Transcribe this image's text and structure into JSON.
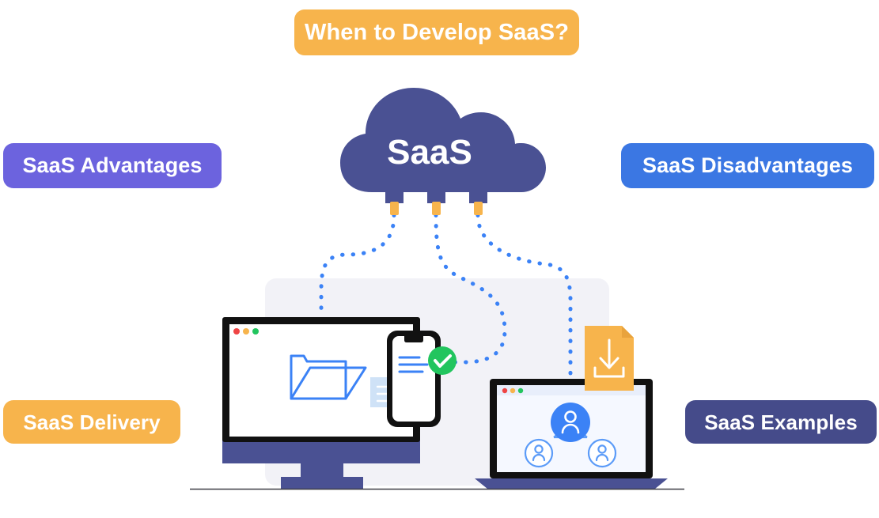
{
  "page": {
    "background_color": "#ffffff",
    "title": "SaaS infographic"
  },
  "labels": [
    {
      "id": "when-to-develop-saas",
      "text": "When to Develop SaaS?",
      "color": "#f7b44c",
      "text_color": "#ffffff",
      "position": "top-center"
    },
    {
      "id": "saas-advantages",
      "text": "SaaS Advantages",
      "color": "#6c63de",
      "text_color": "#ffffff",
      "position": "left-upper"
    },
    {
      "id": "saas-disadvantages",
      "text": "SaaS Disadvantages",
      "color": "#3b77e3",
      "text_color": "#ffffff",
      "position": "right-upper"
    },
    {
      "id": "saas-delivery",
      "text": "SaaS Delivery",
      "color": "#f7b44c",
      "text_color": "#ffffff",
      "position": "left-lower"
    },
    {
      "id": "saas-examples",
      "text": "SaaS Examples",
      "color": "#454b8a",
      "text_color": "#ffffff",
      "position": "right-lower"
    }
  ],
  "illustration": {
    "cloud": {
      "label": "SaaS",
      "color": "#4a5193",
      "text_color": "#ffffff"
    },
    "plugs": {
      "count": 3,
      "head_color": "#4a5193",
      "stem_color": "#f7b44c"
    },
    "connectors": {
      "style": "dotted",
      "color": "#3b82f6",
      "count": 3
    },
    "panel": {
      "color": "#f2f2f7"
    },
    "ground_line": {
      "color": "#3f3f46"
    },
    "monitor": {
      "frame_color": "#111111",
      "screen_color": "#ffffff",
      "stand_color": "#4a5193",
      "window_dots": [
        "#ef4444",
        "#f7b44c",
        "#22c55e"
      ],
      "folder_icon_color": "#3b82f6"
    },
    "phone": {
      "frame_color": "#111111",
      "screen_color": "#ffffff",
      "line_color": "#3b82f6",
      "check_badge_color": "#22c55e",
      "check_mark_color": "#ffffff",
      "speech_bubble_color": "#cfe2f7"
    },
    "laptop": {
      "frame_color": "#111111",
      "screen_color": "#f5f8ff",
      "base_color": "#4a5193",
      "window_dots": [
        "#ef4444",
        "#f7b44c",
        "#22c55e"
      ],
      "network_primary_color": "#3b82f6",
      "network_secondary_color": "#5b9bf8"
    },
    "download_document": {
      "color": "#f7b44c",
      "icon": "download-arrow",
      "icon_color": "#ffffff"
    }
  }
}
